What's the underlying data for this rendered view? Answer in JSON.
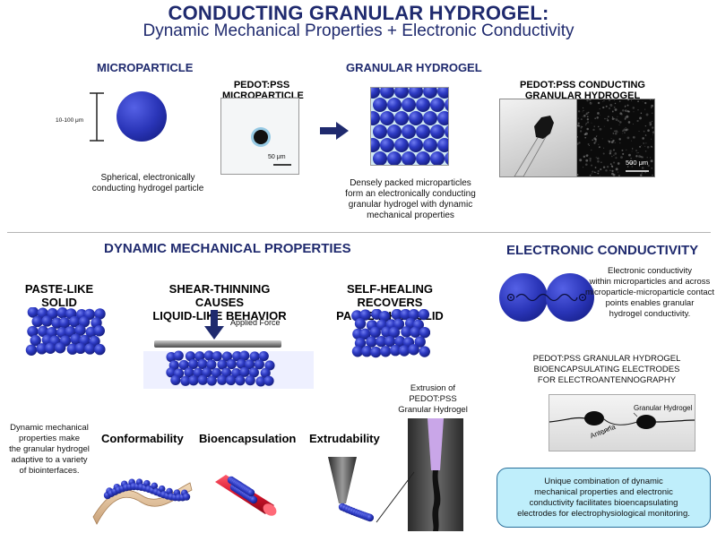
{
  "header": {
    "title": "CONDUCTING GRANULAR HYDROGEL:",
    "subtitle": "Dynamic Mechanical Properties + Electronic Conductivity"
  },
  "top": {
    "microparticle": {
      "heading": "MICROPARTICLE",
      "size_label": "10-100 μm",
      "caption_line1": "Spherical, electronically",
      "caption_line2": "conducting hydrogel particle"
    },
    "pedot_micro": {
      "heading_line1": "PEDOT:PSS",
      "heading_line2": "MICROPARTICLE",
      "scale": "50 μm"
    },
    "granular": {
      "heading": "GRANULAR HYDROGEL",
      "caption_line1": "Densely packed microparticles",
      "caption_line2": "form an electronically conducting",
      "caption_line3": "granular hydrogel with dynamic",
      "caption_line4": "mechanical properties"
    },
    "pedot_granular": {
      "heading_line1": "PEDOT:PSS CONDUCTING",
      "heading_line2": "GRANULAR HYDROGEL",
      "scale": "500 μm"
    }
  },
  "dynamic": {
    "heading": "DYNAMIC MECHANICAL PROPERTIES",
    "paste_label": "PASTE-LIKE SOLID",
    "shear_line1": "SHEAR-THINNING CAUSES",
    "shear_line2": "LIQUID-LIKE BEHAVIOR",
    "applied_force": "Applied Force",
    "heal_line1": "SELF-HEALING RECOVERS",
    "heal_line2": "PASTE-LIKE SOLID",
    "note_line1": "Dynamic mechanical",
    "note_line2": "properties make",
    "note_line3": "the granular hydrogel",
    "note_line4": "adaptive to a variety",
    "note_line5": "of biointerfaces.",
    "conformability": "Conformability",
    "bioencapsulation": "Bioencapsulation",
    "extrudability": "Extrudability",
    "extrusion_line1": "Extrusion of",
    "extrusion_line2": "PEDOT:PSS",
    "extrusion_line3": "Granular Hydrogel"
  },
  "conductivity": {
    "heading": "ELECTRONIC CONDUCTIVITY",
    "desc_line1": "Electronic conductivity",
    "desc_line2": "within microparticles and across",
    "desc_line3": "microparticle-microparticle contact",
    "desc_line4": "points enables granular",
    "desc_line5": "hydrogel conductivity.",
    "electrode_line1": "PEDOT:PSS GRANULAR HYDROGEL",
    "electrode_line2": "BIOENCAPSULATING ELECTRODES",
    "electrode_line3": "FOR ELECTROANTENNOGRAPHY",
    "granular_label": "Granular Hydrogel",
    "antenna_label": "Antenna",
    "summary_line1": "Unique combination of dynamic",
    "summary_line2": "mechanical properties and electronic",
    "summary_line3": "conductivity facilitates bioencapsulating",
    "summary_line4": "electrodes for electrophysiological monitoring."
  },
  "colors": {
    "heading_blue": "#1f2a6e",
    "particle_blue": "#2b37b8",
    "summary_fill": "#bfeefb",
    "summary_border": "#2a6f9a"
  }
}
